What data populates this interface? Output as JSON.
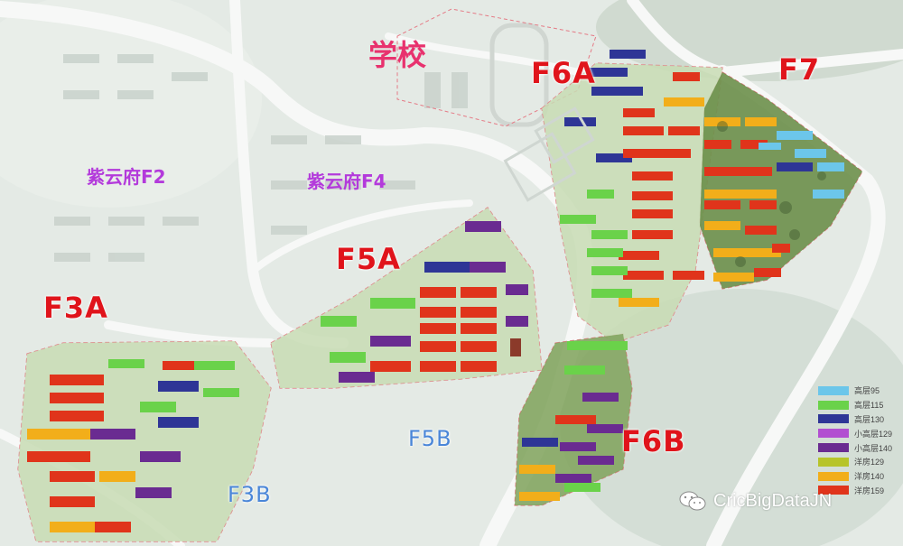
{
  "map": {
    "zones": {
      "f7": "F7",
      "f6a": "F6A",
      "f5a": "F5A",
      "f3a": "F3A",
      "f6b": "F6B",
      "f5b": "F5B",
      "f3b": "F3B"
    },
    "areas": {
      "f2": "紫云府F2",
      "f4": "紫云府F4"
    },
    "school": "学校"
  },
  "legend": {
    "items": [
      {
        "label": "高层95",
        "color": "#6cc6ea"
      },
      {
        "label": "高层115",
        "color": "#6ad24a"
      },
      {
        "label": "高层130",
        "color": "#2e3596"
      },
      {
        "label": "小高层129",
        "color": "#b24fd1"
      },
      {
        "label": "小高层140",
        "color": "#6a2b91"
      },
      {
        "label": "洋房129",
        "color": "#b7c42a"
      },
      {
        "label": "洋房140",
        "color": "#f2ae1a"
      },
      {
        "label": "洋房159",
        "color": "#e0341b"
      }
    ]
  },
  "watermark": {
    "text": "CricBigDataJN",
    "icon": "wechat-icon"
  }
}
